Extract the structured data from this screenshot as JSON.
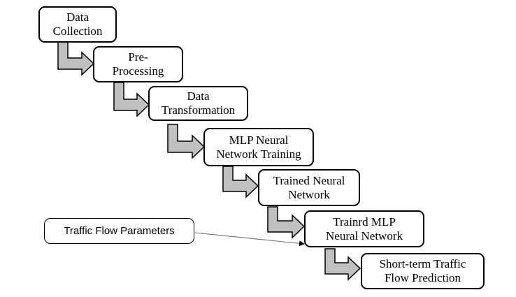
{
  "diagram": {
    "steps": [
      {
        "id": "data-collection",
        "label": "Data\nCollection"
      },
      {
        "id": "pre-processing",
        "label": "Pre-\nProcessing"
      },
      {
        "id": "data-transformation",
        "label": "Data\nTransformation"
      },
      {
        "id": "mlp-training",
        "label": "MLP Neural\nNetwork Training"
      },
      {
        "id": "trained-network",
        "label": "Trained Neural\nNetwork"
      },
      {
        "id": "trainrd-mlp",
        "label": "Trainrd MLP\nNeural Network"
      },
      {
        "id": "prediction",
        "label": "Short-term Traffic\nFlow Prediction"
      }
    ],
    "input": {
      "label": "Traffic Flow Parameters"
    },
    "colors": {
      "box_border": "#000000",
      "box_fill": "#ffffff",
      "arrow_fill": "#c0c0c0",
      "arrow_stroke": "#000000",
      "connector_line": "#6b6b6b"
    }
  }
}
